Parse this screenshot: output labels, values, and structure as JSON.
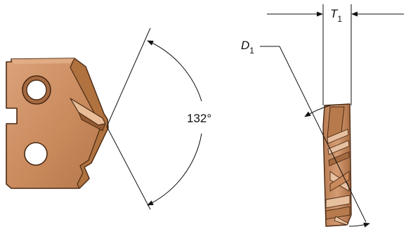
{
  "angle": {
    "value": "132°"
  },
  "labels": {
    "t1_letter": "T",
    "t1_sub": "1",
    "d1_letter": "D",
    "d1_sub": "1"
  },
  "colors": {
    "insert_fill": "#c98a5c",
    "insert_dark": "#a96a3f",
    "insert_light": "#e8bd97",
    "insert_stroke": "#4a2a14",
    "dim_line": "#111111"
  }
}
